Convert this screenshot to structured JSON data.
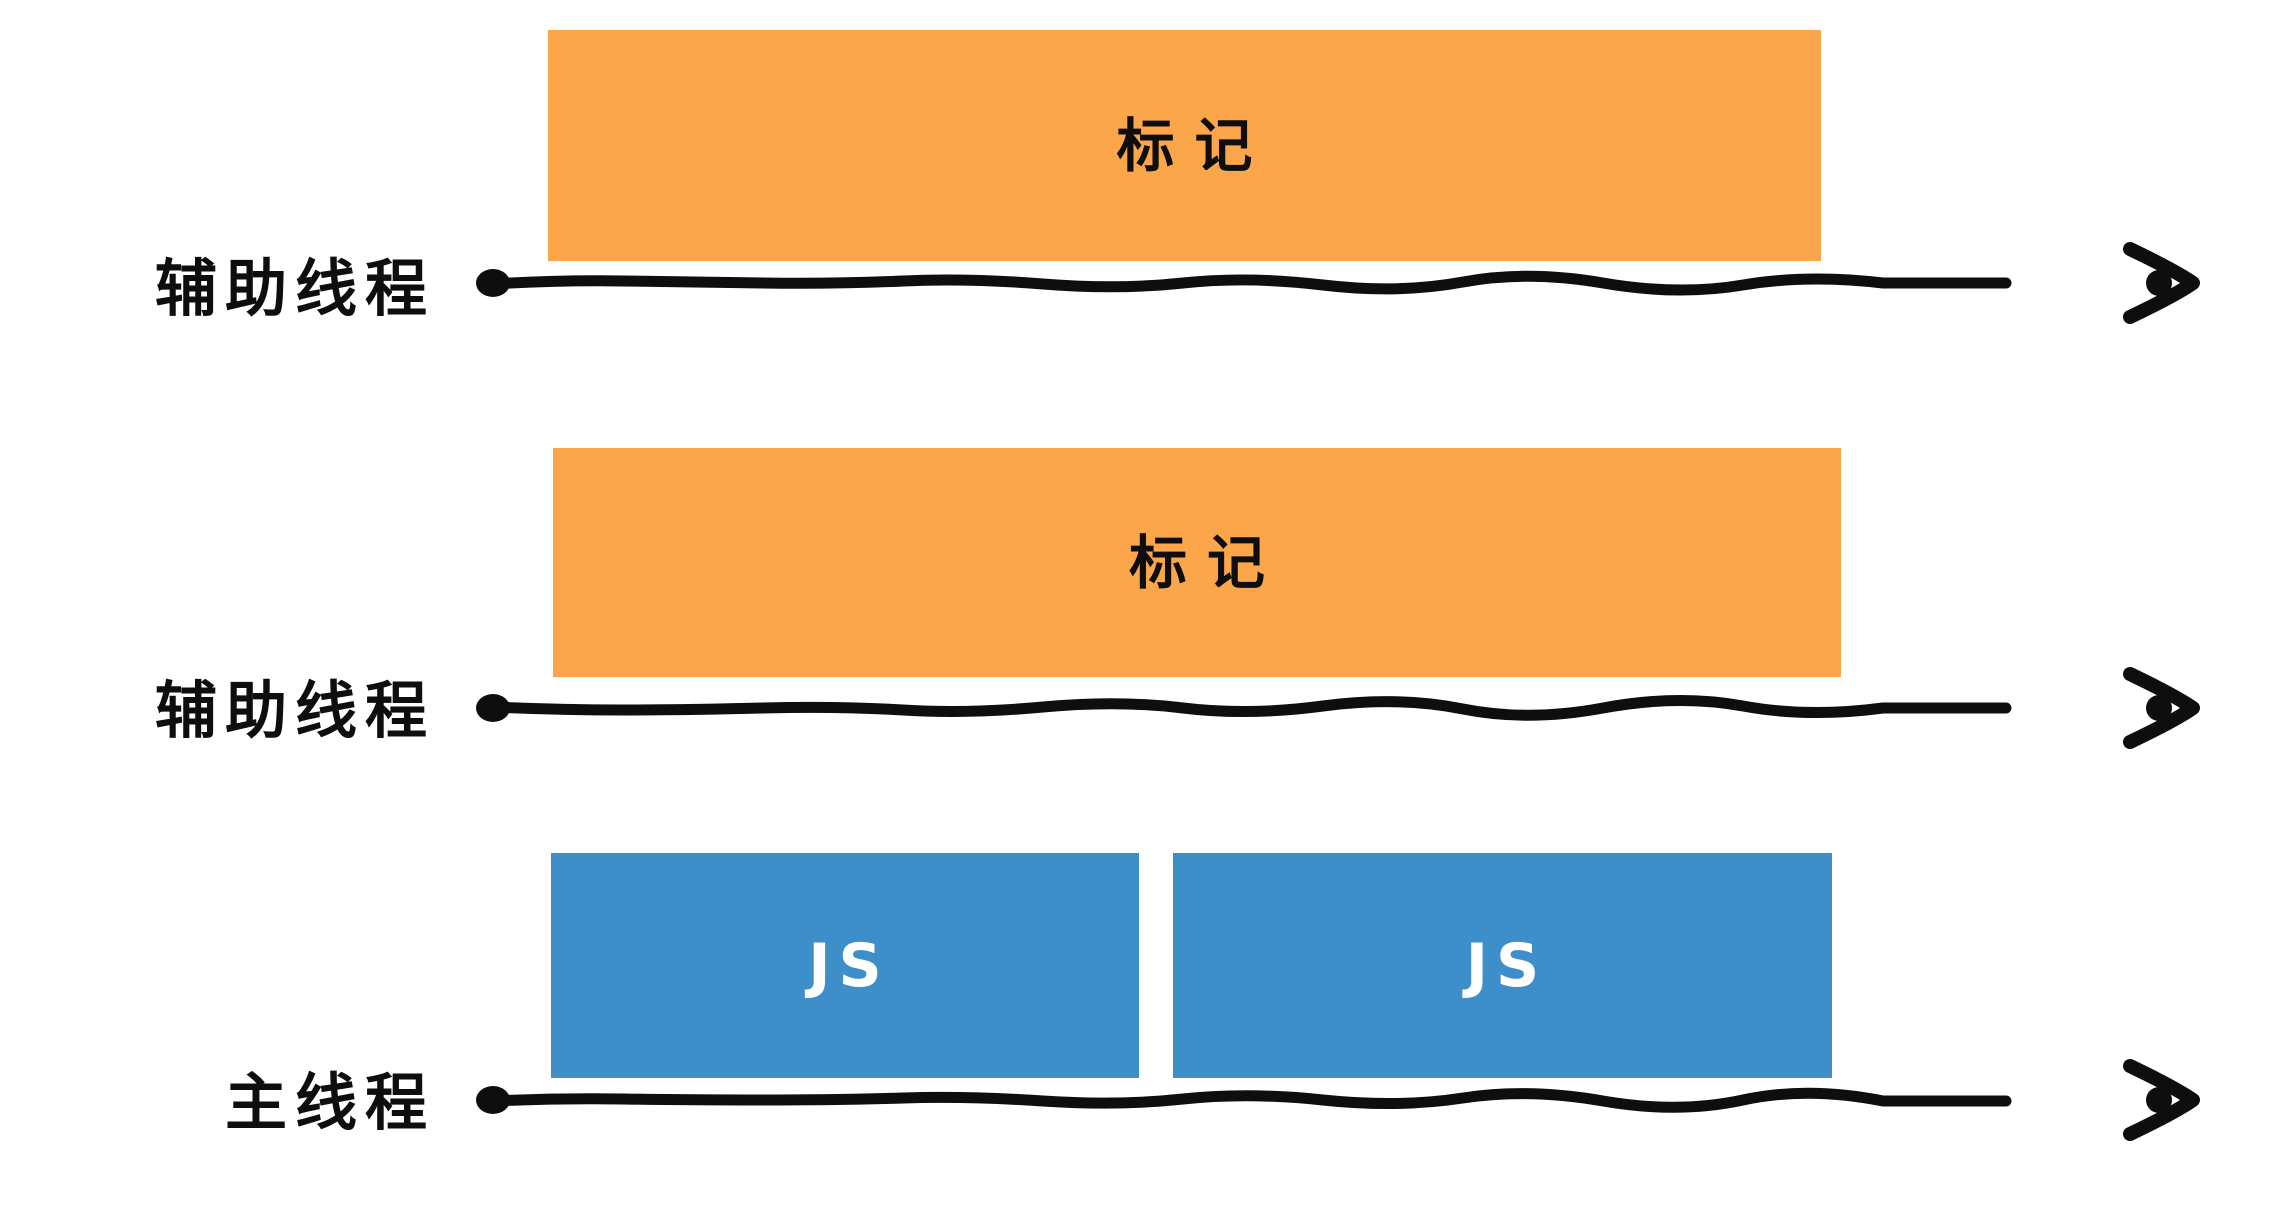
{
  "diagram": {
    "title": "concurrent-marking-threads-diagram",
    "rows": [
      {
        "thread_label": "辅助线程",
        "bars": [
          {
            "label": "标记",
            "kind": "mark"
          }
        ]
      },
      {
        "thread_label": "辅助线程",
        "bars": [
          {
            "label": "标记",
            "kind": "mark"
          }
        ]
      },
      {
        "thread_label": "主线程",
        "bars": [
          {
            "label": "JS",
            "kind": "js"
          },
          {
            "label": "JS",
            "kind": "js"
          }
        ]
      }
    ]
  },
  "colors": {
    "mark": "#FBA64B",
    "js": "#3E8EC9",
    "js-text": "#FFFFFF",
    "ink": "#0E0E0E"
  }
}
